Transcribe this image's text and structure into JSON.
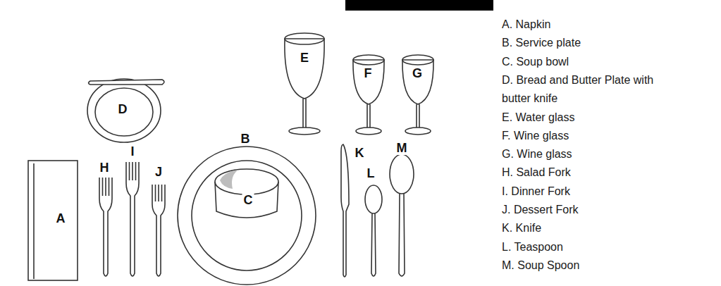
{
  "diagram": {
    "labels": [
      "A",
      "B",
      "C",
      "D",
      "E",
      "F",
      "G",
      "H",
      "I",
      "J",
      "K",
      "L",
      "M",
      "A. Napkin",
      "B. Service plate",
      "C. Soup bowl",
      "D. Bread and Butter Plate with butter knife",
      "E. Water glass",
      "F. Wine glass",
      "G. Wine glass",
      "H. Salad Fork",
      "I. Dinner Fork",
      "J. Dessert Fork",
      "K. Knife",
      "L. Teaspoon",
      "M. Soup Spoon"
    ]
  }
}
